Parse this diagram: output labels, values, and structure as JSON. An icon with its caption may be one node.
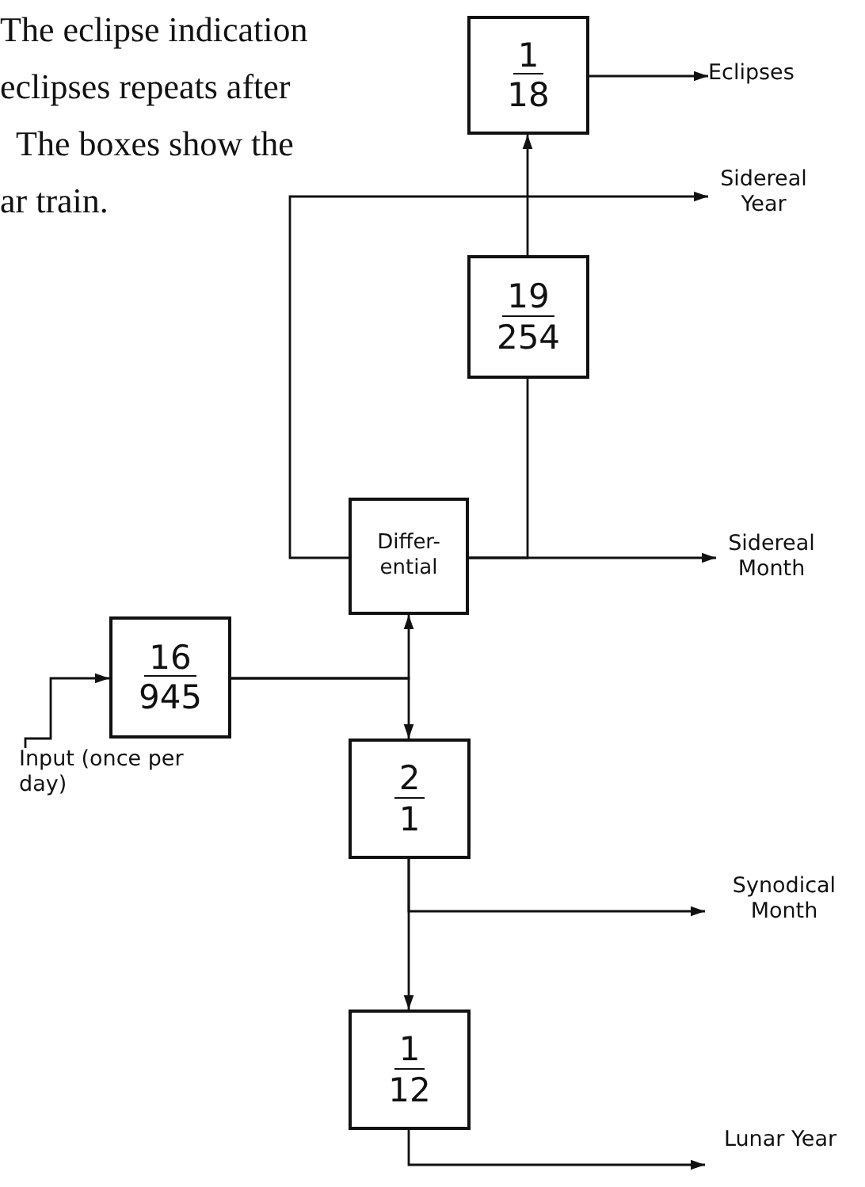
{
  "diagram": {
    "nodes": [
      {
        "text": [
          "1",
          "18"
        ]
      },
      {
        "text": [
          "19",
          "254"
        ]
      },
      {
        "text": [
          "Differ- ential"
        ]
      },
      {
        "text": [
          "16",
          "945"
        ]
      },
      {
        "text": [
          "2",
          "1"
        ]
      },
      {
        "text": [
          "1",
          "12"
        ]
      },
      {
        "text": [
          "Eclipses"
        ]
      },
      {
        "text": [
          "Sidereal Year"
        ]
      },
      {
        "text": [
          "Sidereal Month"
        ]
      },
      {
        "text": [
          "Input (once per day)"
        ]
      },
      {
        "text": [
          "Synodical Month"
        ]
      },
      {
        "text": [
          "Lunar Year"
        ]
      }
    ],
    "edges": [
      {
        "from": 9,
        "to": 3,
        "arrow": "to"
      },
      {
        "from": 3,
        "to": 2,
        "arrow": "to"
      },
      {
        "from": 3,
        "to": 4,
        "arrow": "to"
      },
      {
        "from": 2,
        "to": 8,
        "arrow": "to"
      },
      {
        "from": 2,
        "to": 7,
        "arrow": "to"
      },
      {
        "from": 2,
        "to": 1,
        "arrow": "none"
      },
      {
        "from": 1,
        "to": 0,
        "arrow": "to"
      },
      {
        "from": 0,
        "to": 6,
        "arrow": "to"
      },
      {
        "from": 4,
        "to": 5,
        "arrow": "to"
      },
      {
        "from": 4,
        "to": 10,
        "arrow": "to"
      },
      {
        "from": 5,
        "to": 11,
        "arrow": "to"
      }
    ],
    "labels": [
      "The eclipse indication",
      "eclipses repeats after",
      "The boxes show the",
      "ar train."
    ]
  }
}
